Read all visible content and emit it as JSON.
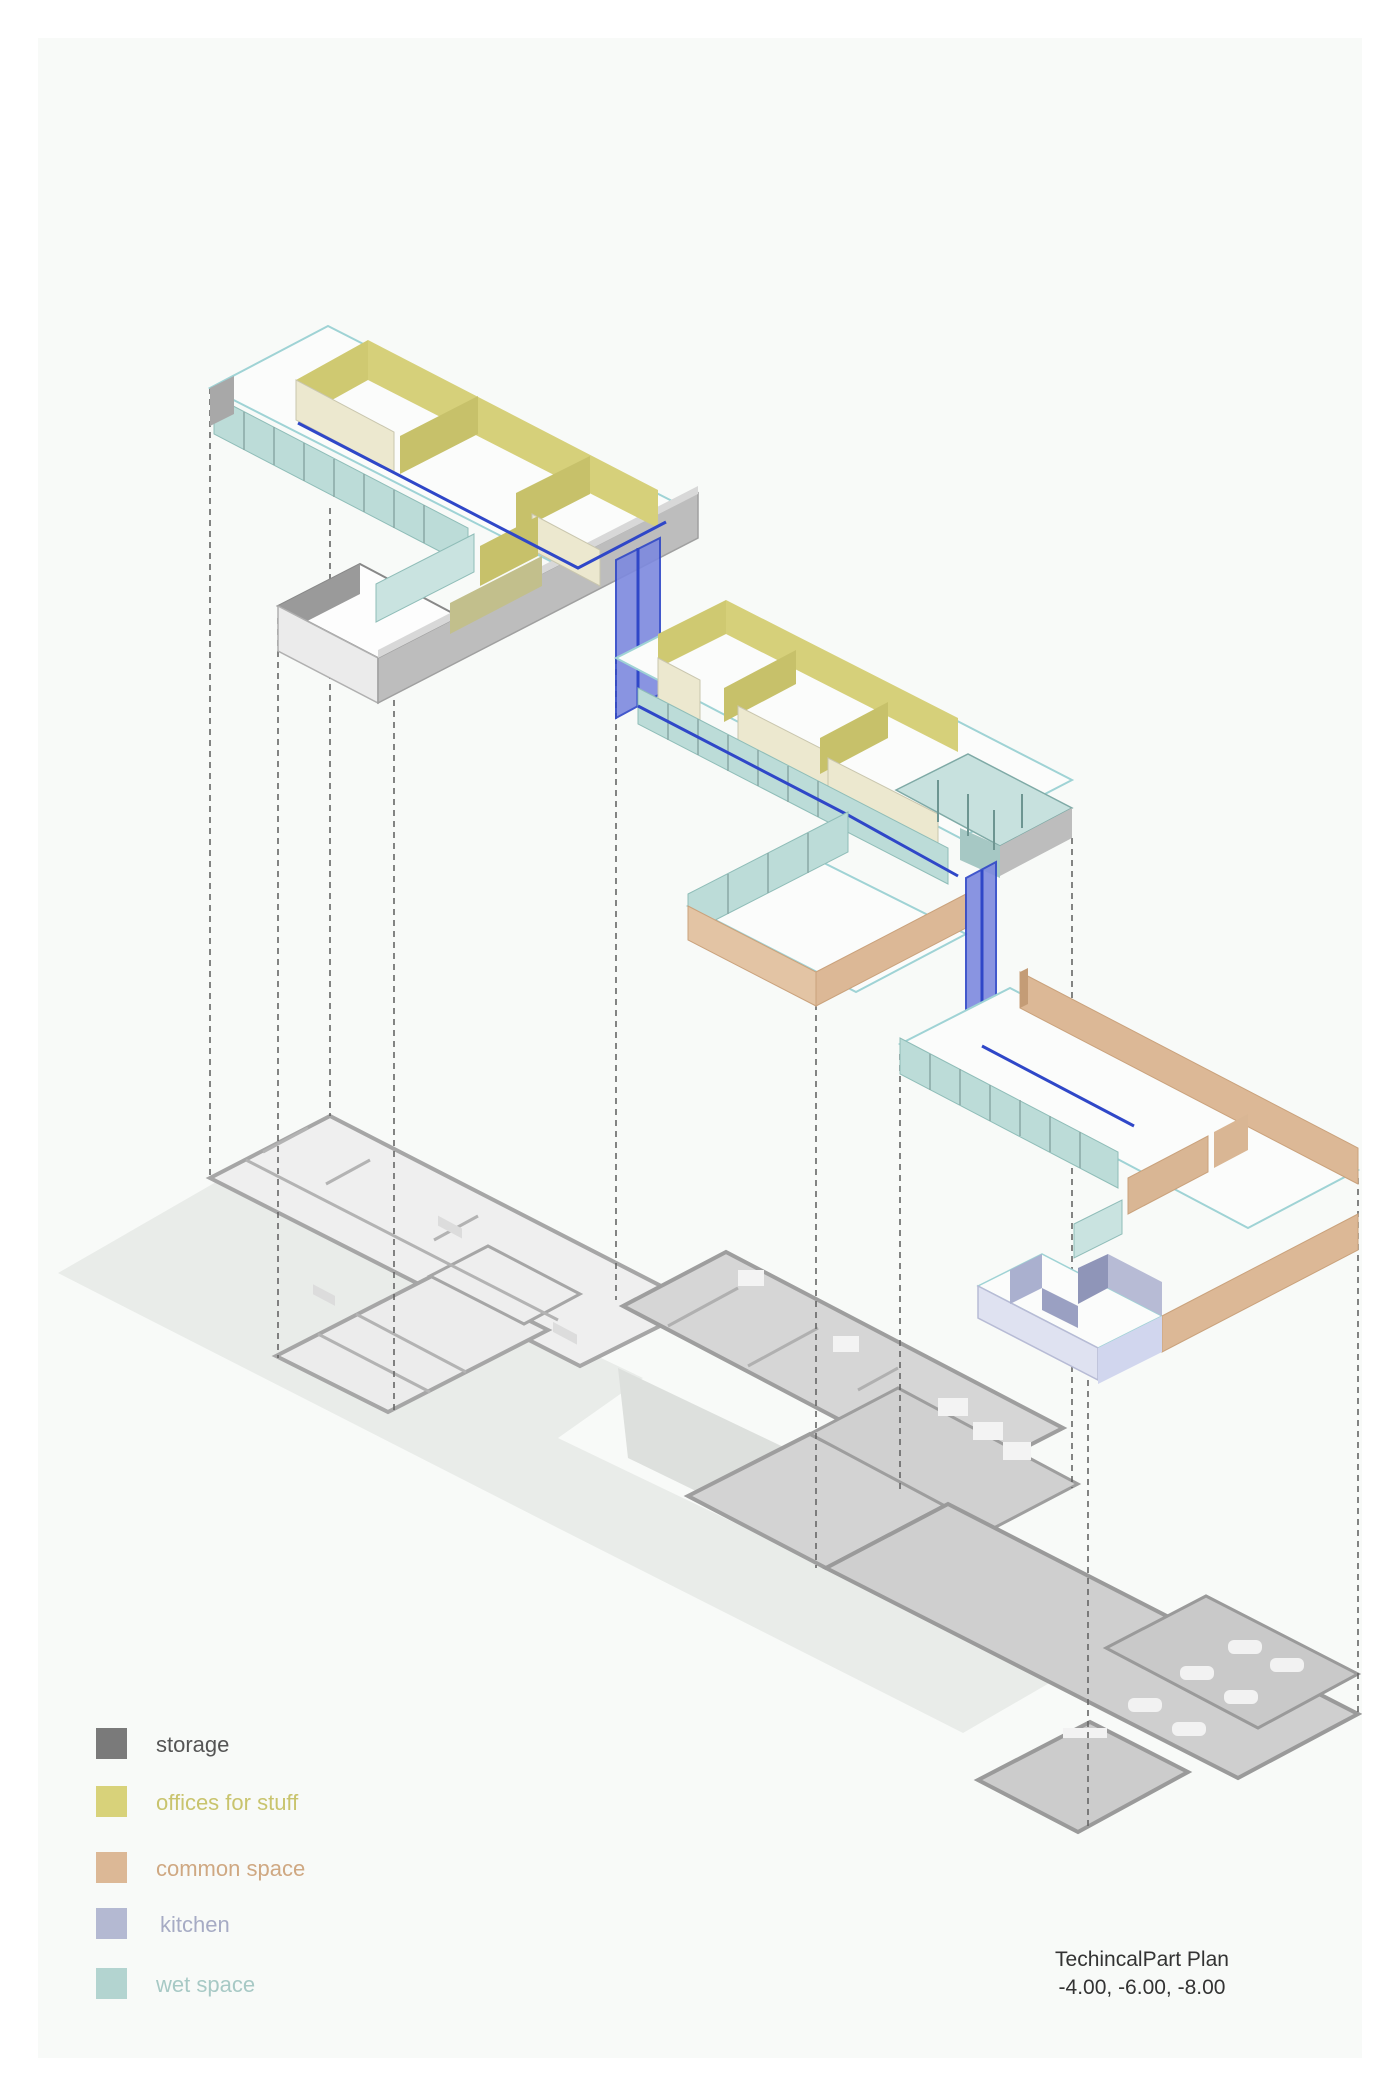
{
  "title": {
    "line1": "TechincalPart Plan",
    "line2": "-4.00, -6.00, -8.00"
  },
  "legend": [
    {
      "key": "storage",
      "label": "storage",
      "swatch": "#7a7a7a",
      "text_color": "#555555"
    },
    {
      "key": "offices",
      "label": "offices for stuff",
      "swatch": "#d8d27a",
      "text_color": "#c9c46e"
    },
    {
      "key": "common",
      "label": "common space",
      "swatch": "#dcb896",
      "text_color": "#cfa882"
    },
    {
      "key": "kitchen",
      "label": "kitchen",
      "swatch": "#b4b9d2",
      "text_color": "#a6abc4"
    },
    {
      "key": "wet",
      "label": "wet space",
      "swatch": "#b3d4d0",
      "text_color": "#a7c9c5"
    }
  ],
  "colors": {
    "storage": "#9a9a9a",
    "offices": "#cfc971",
    "offices_inner": "#ece8cf",
    "common": "#d9b694",
    "kitchen": "#b7bbd5",
    "wet": "#bcdcd8",
    "shaft": "#3b4fd1",
    "shaft_fill": "#7c88e0",
    "floor_light": "#efefef",
    "floor_mid": "#d3d3d3",
    "floor_shadow": "#e2e5e2",
    "wall": "#a9a9a9"
  }
}
